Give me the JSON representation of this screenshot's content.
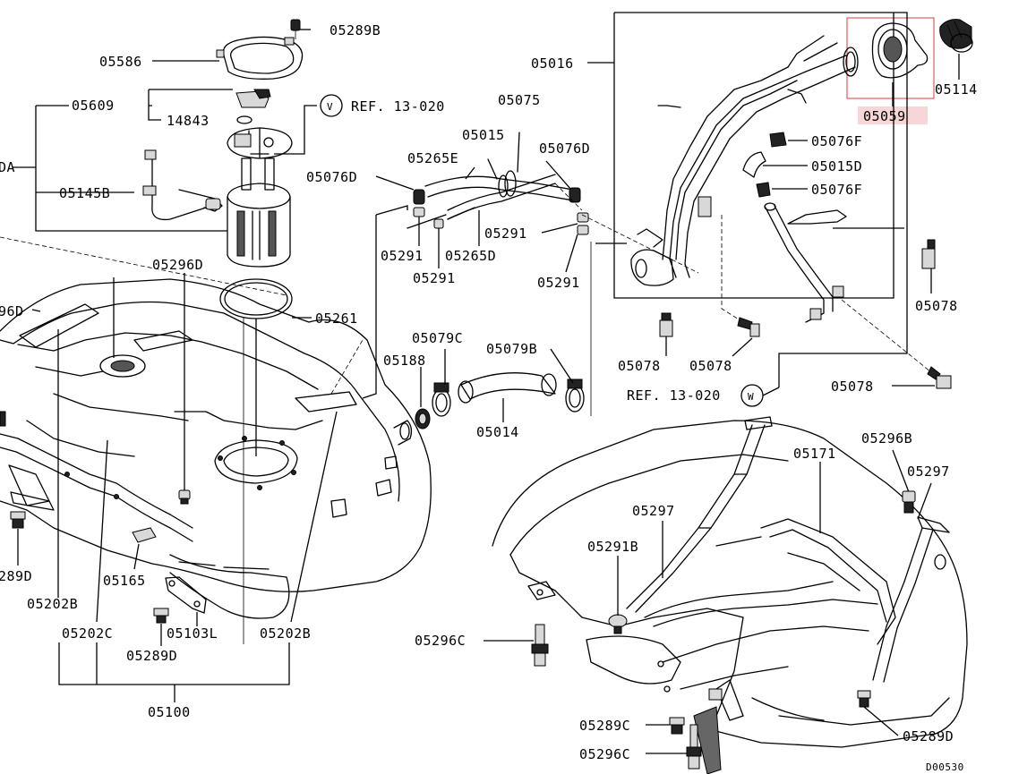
{
  "callouts": {
    "c05289B_top": "05289B",
    "c05586": "05586",
    "c05609": "05609",
    "c14843": "14843",
    "cV": "V",
    "cREF_V": "REF. 13-020",
    "c05145B": "05145B",
    "cDA": "DA",
    "c05261": "05261",
    "c96D": "96D",
    "c05296D": "05296D",
    "c89D_left": "289D",
    "c05165": "05165",
    "c05202B_l": "05202B",
    "c05202C": "05202C",
    "c05289D_mid": "05289D",
    "c05103L": "05103L",
    "c05202B_r": "05202B",
    "c05100": "05100",
    "c05075": "05075",
    "c05015": "05015",
    "c05265E": "05265E",
    "c05076D_l": "05076D",
    "c05076D_r": "05076D",
    "c05291_a": "05291",
    "c05265D": "05265D",
    "c05291_b": "05291",
    "c05291_c": "05291",
    "c05291_d": "05291",
    "c05079C": "05079C",
    "c05188": "05188",
    "c05079B": "05079B",
    "c05014": "05014",
    "c05016": "05016",
    "c05059": "05059",
    "c05114": "05114",
    "c05076F_a": "05076F",
    "c05015D": "05015D",
    "c05076F_b": "05076F",
    "c05078_a": "05078",
    "c05078_b": "05078",
    "c05078_c": "05078",
    "c05078_d": "05078",
    "cREF_W": "REF. 13-020",
    "cW": "W",
    "c05296B": "05296B",
    "c05297_r": "05297",
    "c05171": "05171",
    "c05297_m": "05297",
    "c05291B": "05291B",
    "c05296C_a": "05296C",
    "c05289C": "05289C",
    "c05296C_b": "05296C",
    "c05289D_r": "05289D",
    "code": "D00530"
  },
  "colors": {
    "line": "#000000",
    "highlight_fill": "#f6d6d6",
    "highlight_border": "#d86060"
  }
}
